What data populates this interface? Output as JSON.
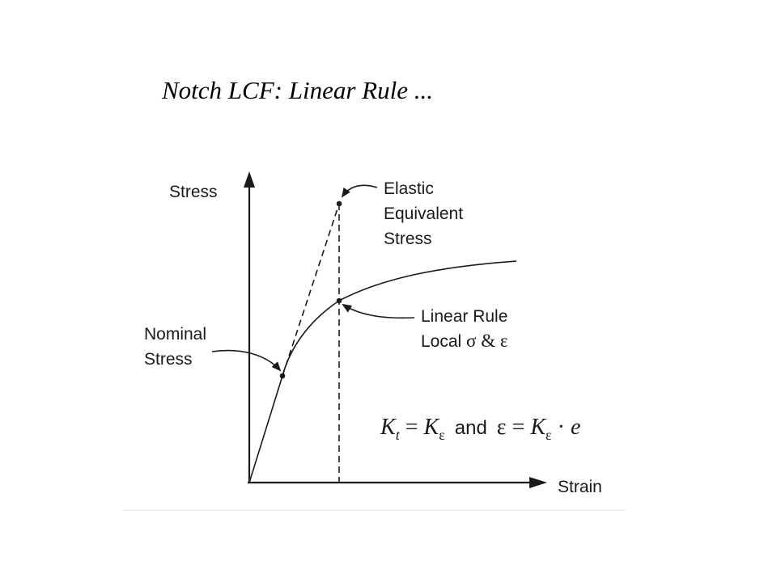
{
  "slide": {
    "title": "Notch LCF: Linear Rule ..."
  },
  "diagram": {
    "axis_y_label": "Stress",
    "axis_x_label": "Strain",
    "label_elastic": [
      "Elastic",
      "Equivalent",
      "Stress"
    ],
    "label_nominal": [
      "Nominal",
      "Stress"
    ],
    "label_linear_rule": {
      "line1": "Linear Rule",
      "line2_text": "Local ",
      "line2_sigma": "σ",
      "line2_amp": " & ",
      "line2_eps": "ε"
    },
    "formula": {
      "k1": "K",
      "k1_sub": "t",
      "eq1": " = ",
      "k2": "K",
      "k2_sub": "ε",
      "and_word": "and",
      "eps": "ε",
      "eq2": " = ",
      "k3": "K",
      "k3_sub": "ε",
      "dot": " · ",
      "e": "e"
    },
    "colors": {
      "ink": "#1a1a1a",
      "baseline": "#dcdcdc"
    }
  }
}
